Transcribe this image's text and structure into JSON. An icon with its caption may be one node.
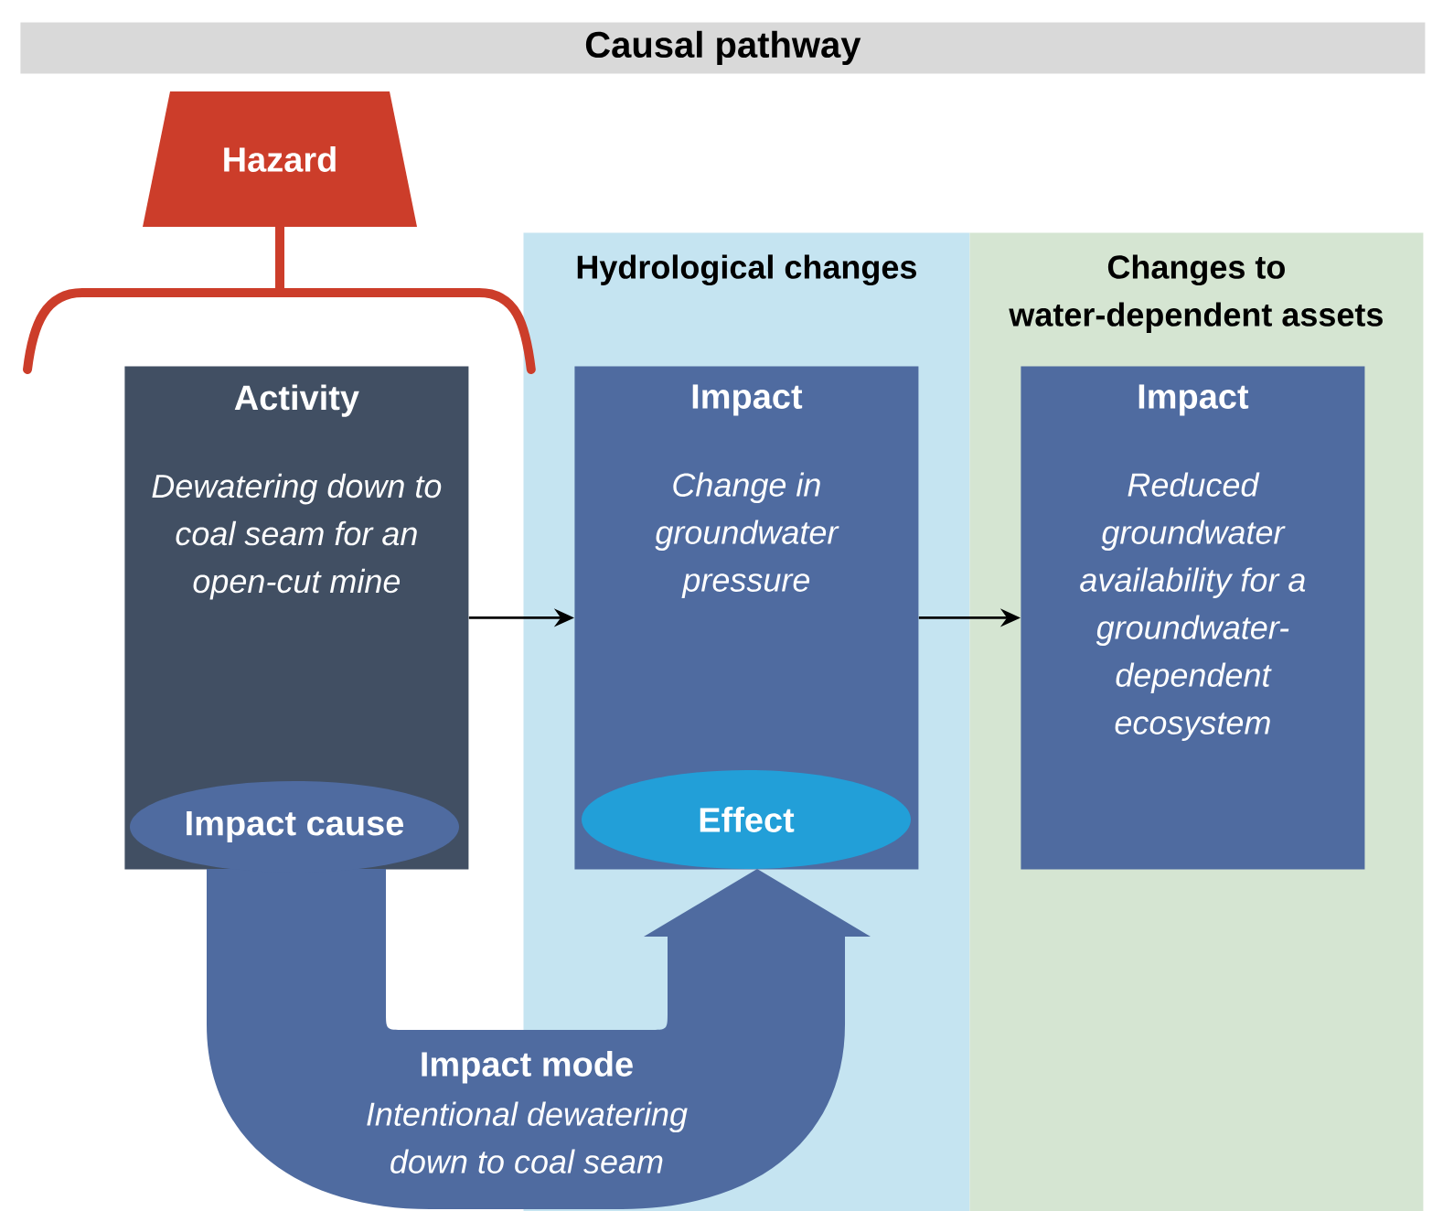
{
  "diagram": {
    "title": "Causal pathway",
    "nodes": [
      {
        "text": [
          "Hazard"
        ]
      },
      {
        "text": [
          "Hydrological changes"
        ]
      },
      {
        "text": [
          "Changes to water-dependent assets"
        ]
      },
      {
        "text": [
          "Activity",
          "Dewatering down to coal seam for an open-cut mine"
        ]
      },
      {
        "text": [
          "Impact cause"
        ],
        "in": 3
      },
      {
        "text": [
          "Impact",
          "Change in groundwater pressure"
        ],
        "in": 1
      },
      {
        "text": [
          "Effect"
        ],
        "in": 5
      },
      {
        "text": [
          "Impact",
          "Reduced groundwater availability for a groundwater-dependent ecosystem"
        ],
        "in": 2
      },
      {
        "text": [
          "Impact mode",
          "Intentional dewatering down to coal seam"
        ]
      }
    ],
    "edges": [
      {
        "from": 0,
        "to": 3,
        "arrow": "none",
        "style": "thick",
        "color": "#cc3d2a"
      },
      {
        "from": 3,
        "to": 5,
        "arrow": "to"
      },
      {
        "from": 5,
        "to": 7,
        "arrow": "to"
      }
    ]
  }
}
